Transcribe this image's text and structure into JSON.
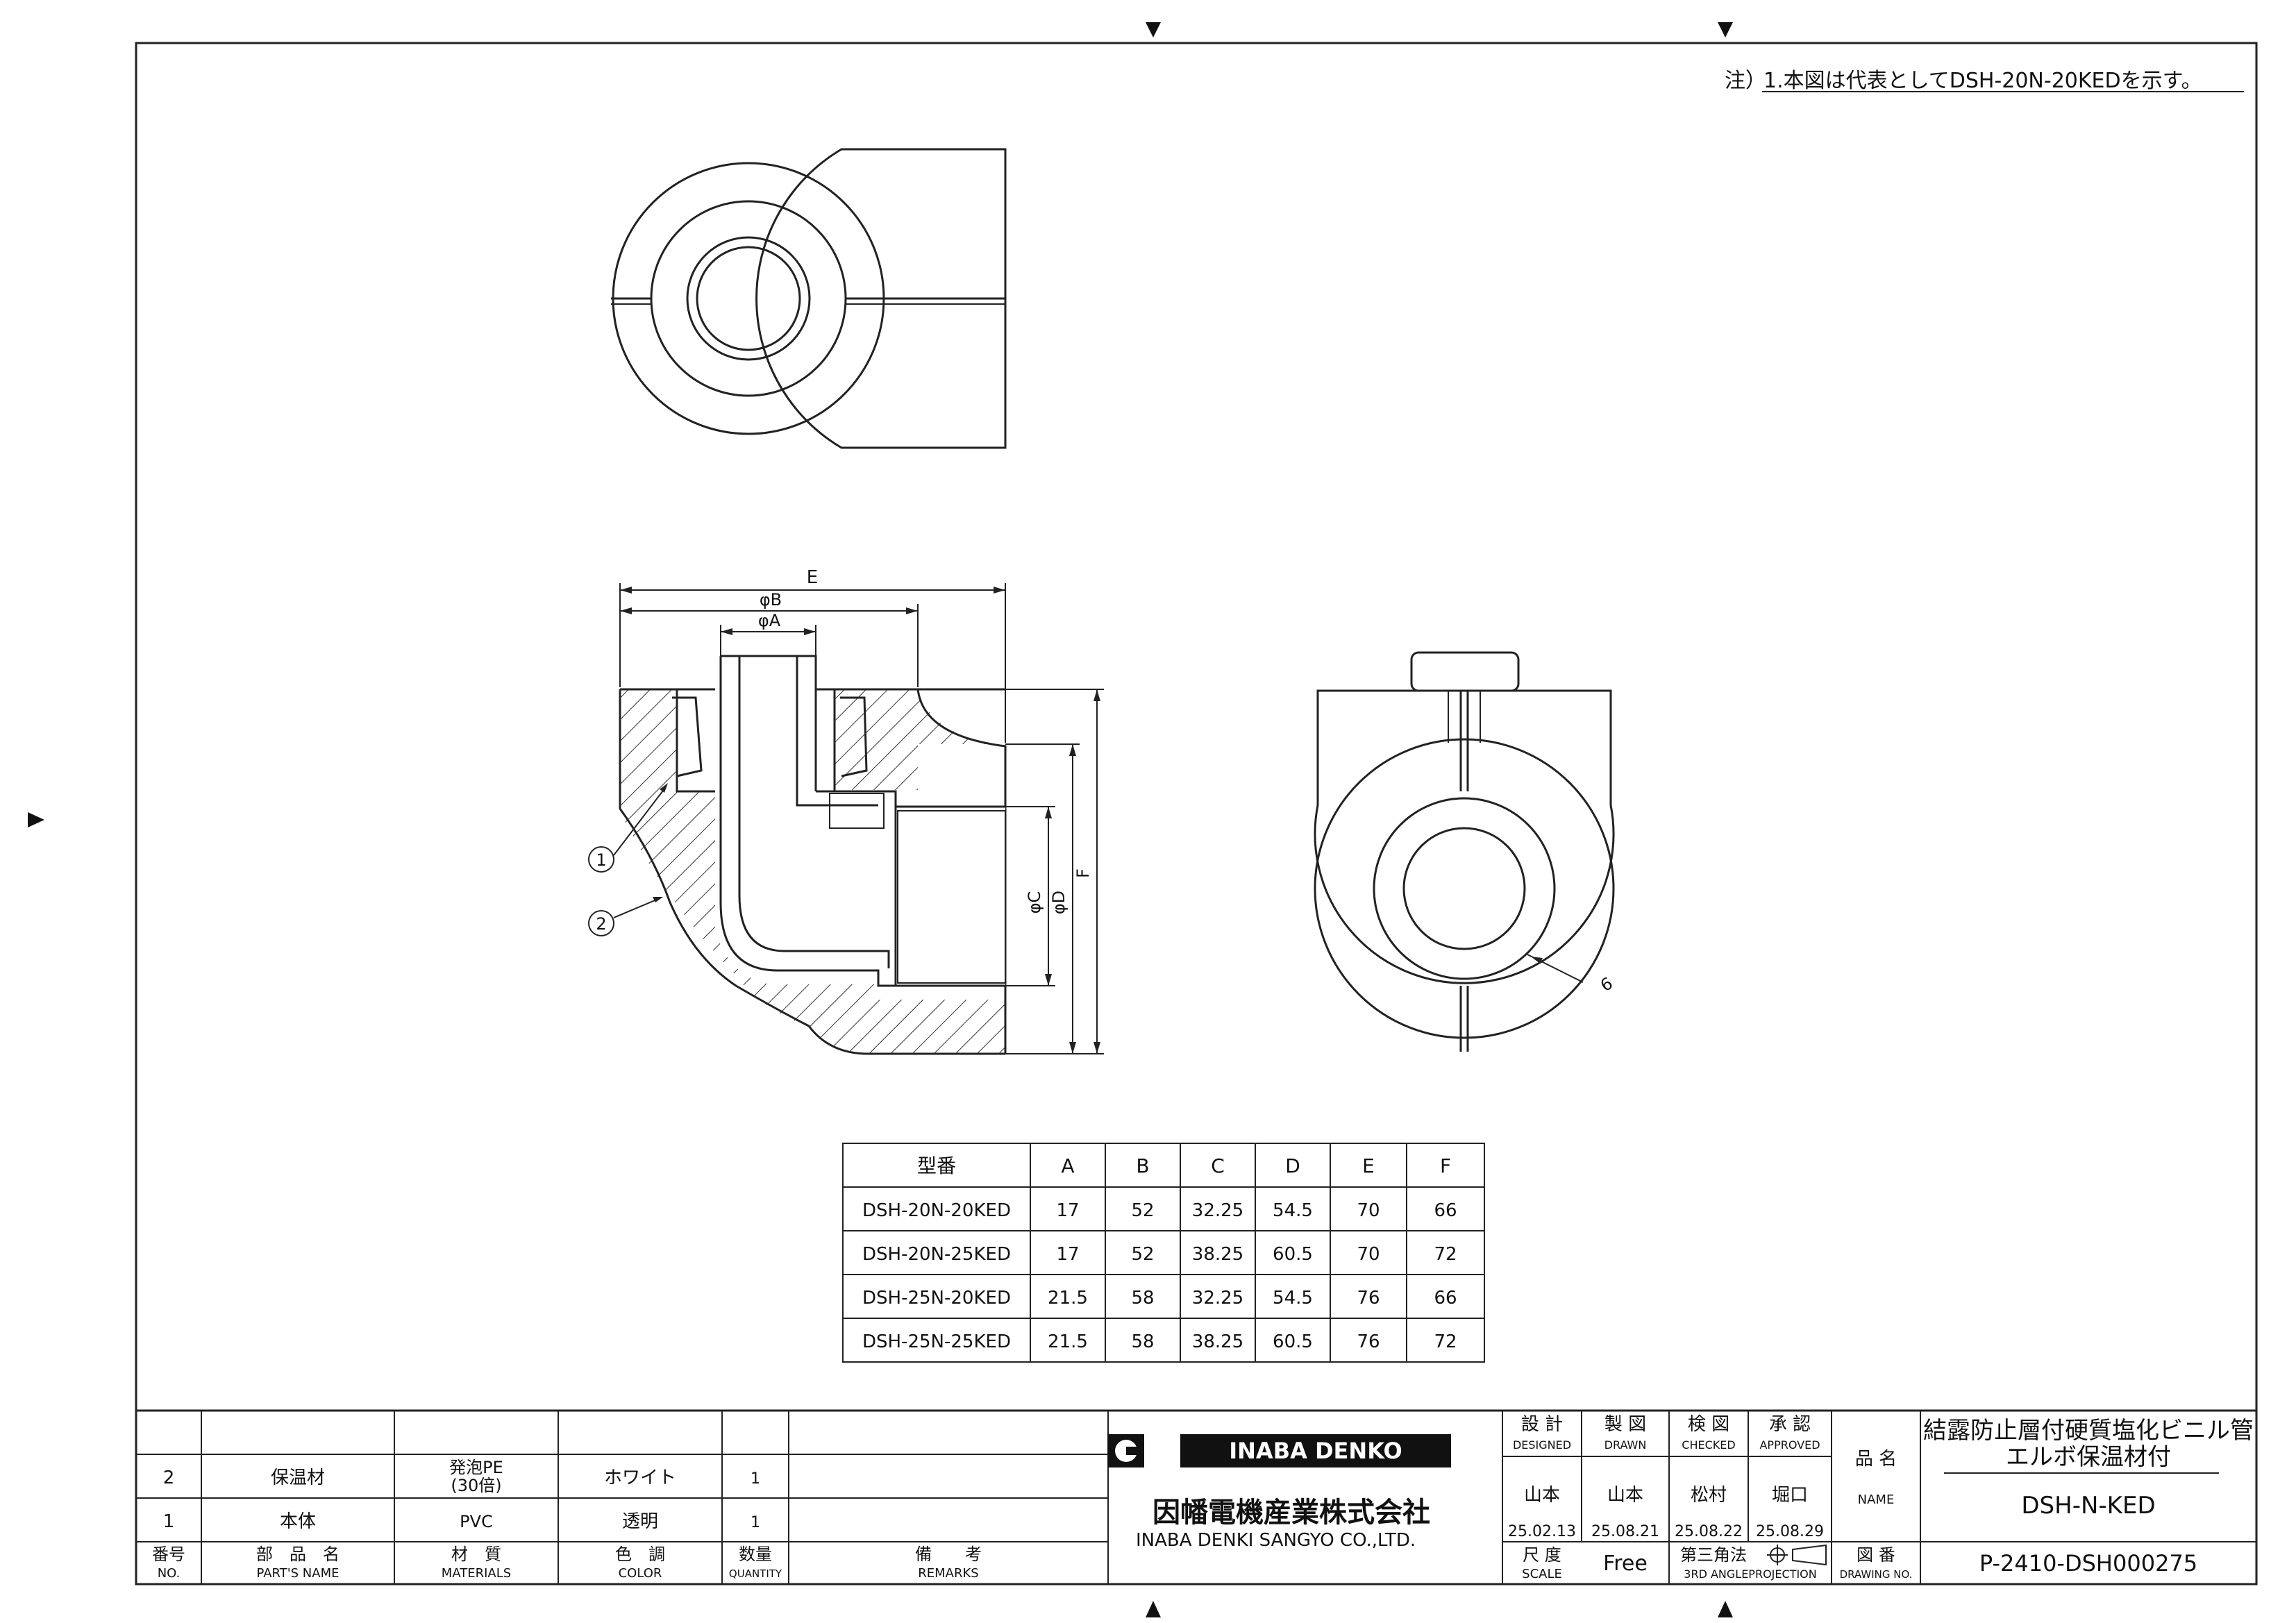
{
  "note": {
    "prefix": "注）",
    "text": "1.本図は代表としてDSH-20N-20KEDを示す。"
  },
  "dimensions": {
    "E": "E",
    "phiB": "φB",
    "phiA": "φA",
    "phiC": "φC",
    "phiD": "φD",
    "F": "F",
    "thickness": "6"
  },
  "callouts": {
    "part1": "1",
    "part2": "2"
  },
  "size_table": {
    "headers": [
      "型番",
      "A",
      "B",
      "C",
      "D",
      "E",
      "F"
    ],
    "rows": [
      [
        "DSH-20N-20KED",
        "17",
        "52",
        "32.25",
        "54.5",
        "70",
        "66"
      ],
      [
        "DSH-20N-25KED",
        "17",
        "52",
        "38.25",
        "60.5",
        "70",
        "72"
      ],
      [
        "DSH-25N-20KED",
        "21.5",
        "58",
        "32.25",
        "54.5",
        "76",
        "66"
      ],
      [
        "DSH-25N-25KED",
        "21.5",
        "58",
        "38.25",
        "60.5",
        "76",
        "72"
      ]
    ]
  },
  "parts_list": {
    "rows": [
      {
        "no": "2",
        "name": "保温材",
        "material_line1": "発泡PE",
        "material_line2": "(30倍)",
        "color": "ホワイト",
        "qty": "1",
        "remarks": ""
      },
      {
        "no": "1",
        "name": "本体",
        "material_line1": "PVC",
        "material_line2": "",
        "color": "透明",
        "qty": "1",
        "remarks": ""
      }
    ],
    "headers": {
      "no_jp": "番号",
      "no_en": "NO.",
      "name_jp": "部　品　名",
      "name_en": "PART'S NAME",
      "material_jp": "材　質",
      "material_en": "MATERIALS",
      "color_jp": "色　調",
      "color_en": "COLOR",
      "qty_jp": "数量",
      "qty_en": "QUANTITY",
      "remarks_jp": "備　　考",
      "remarks_en": "REMARKS"
    }
  },
  "company": {
    "logo_text": "INABA DENKO",
    "name_jp": "因幡電機産業株式会社",
    "name_en": "INABA DENKI SANGYO CO.,LTD."
  },
  "approvals": {
    "designed_jp": "設 計",
    "designed_en": "DESIGNED",
    "designed_name": "山本",
    "designed_date": "25.02.13",
    "drawn_jp": "製 図",
    "drawn_en": "DRAWN",
    "drawn_name": "山本",
    "drawn_date": "25.08.21",
    "checked_jp": "検 図",
    "checked_en": "CHECKED",
    "checked_name": "松村",
    "checked_date": "25.08.22",
    "approved_jp": "承 認",
    "approved_en": "APPROVED",
    "approved_name": "堀口",
    "approved_date": "25.08.29"
  },
  "title_block": {
    "name_label_jp": "品 名",
    "name_label_en": "NAME",
    "title_line1": "結露防止層付硬質塩化ビニル管",
    "title_line2": "エルボ保温材付",
    "model": "DSH-N-KED",
    "scale_jp": "尺 度",
    "scale_en": "SCALE",
    "scale_value": "Free",
    "projection_jp": "第三角法",
    "projection_en": "3RD ANGLEPROJECTION",
    "drawing_no_jp": "図 番",
    "drawing_no_en": "DRAWING NO.",
    "drawing_no": "P-2410-DSH000275"
  }
}
